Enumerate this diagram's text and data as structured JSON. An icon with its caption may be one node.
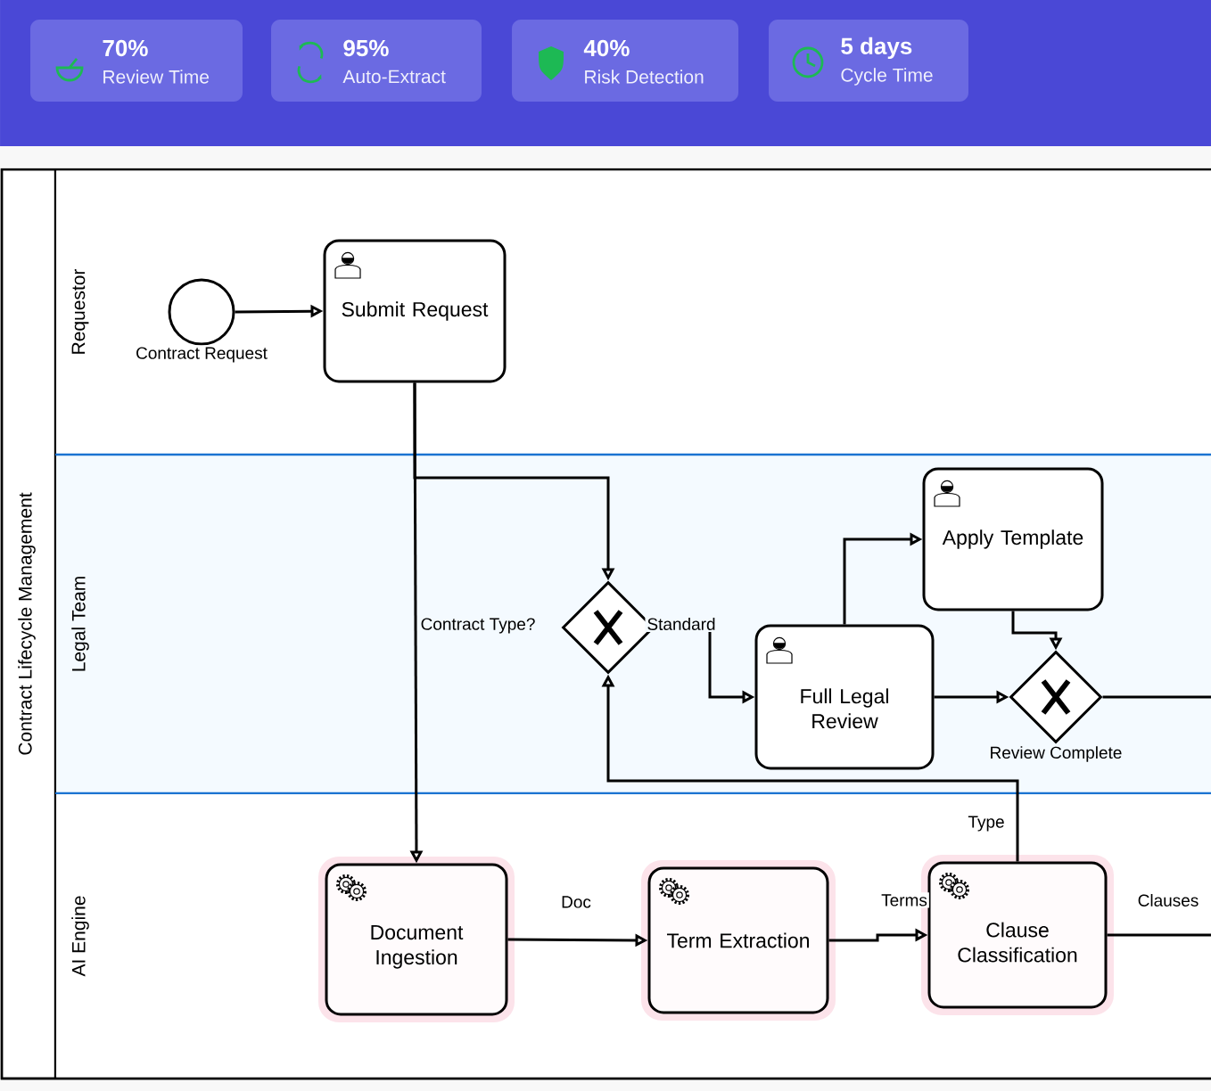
{
  "diagram": {
    "nodes": [
      {
        "text": [
          "70%",
          "Review Time"
        ]
      },
      {
        "text": [
          "95%",
          "Auto-Extract"
        ]
      },
      {
        "text": [
          "40%",
          "Risk Detection"
        ]
      },
      {
        "text": [
          "5 days",
          "Cycle Time"
        ]
      },
      {
        "text": [
          "Contract Lifecycle Management"
        ]
      },
      {
        "text": [
          "Requestor"
        ],
        "in": 4
      },
      {
        "text": [
          "Legal Team"
        ],
        "in": 4
      },
      {
        "text": [
          "AI Engine"
        ],
        "in": 4
      },
      {
        "text": [],
        "shape": "circle",
        "beside": [
          "Contract Request"
        ],
        "in": 5
      },
      {
        "text": [
          "Submit Request"
        ],
        "in": 5
      },
      {
        "text": [],
        "shape": "diamond",
        "beside": [
          "Contract Type?"
        ],
        "in": 6
      },
      {
        "text": [
          "Full Legal Review"
        ],
        "in": 6
      },
      {
        "text": [
          "Apply Template"
        ],
        "in": 6
      },
      {
        "text": [],
        "shape": "diamond",
        "beside": [
          "Review Complete"
        ],
        "in": 6
      },
      {
        "text": [
          "Document Ingestion"
        ],
        "in": 7
      },
      {
        "text": [
          "Term Extraction"
        ],
        "in": 7
      },
      {
        "text": [
          "Clause Classification"
        ],
        "in": 7
      }
    ],
    "edges": [
      {
        "from": 8,
        "to": 9,
        "arrow": "to"
      },
      {
        "from": 9,
        "to": 14,
        "arrow": "to"
      },
      {
        "from": 9,
        "to": 10,
        "arrow": "to"
      },
      {
        "from": 10,
        "to": 11,
        "arrow": "to",
        "label": "Standard"
      },
      {
        "from": 11,
        "to": 12,
        "arrow": "to"
      },
      {
        "from": 12,
        "to": 13,
        "arrow": "to"
      },
      {
        "from": 11,
        "to": 13,
        "arrow": "to"
      },
      {
        "from": 13,
        "to": null,
        "arrow": "none"
      },
      {
        "from": 14,
        "to": 15,
        "arrow": "to",
        "label": "Doc"
      },
      {
        "from": 15,
        "to": 16,
        "arrow": "to",
        "label": "Terms"
      },
      {
        "from": 16,
        "to": 10,
        "arrow": "to",
        "label": "Type"
      },
      {
        "from": 16,
        "to": null,
        "arrow": "none",
        "label": "Clauses"
      }
    ]
  }
}
